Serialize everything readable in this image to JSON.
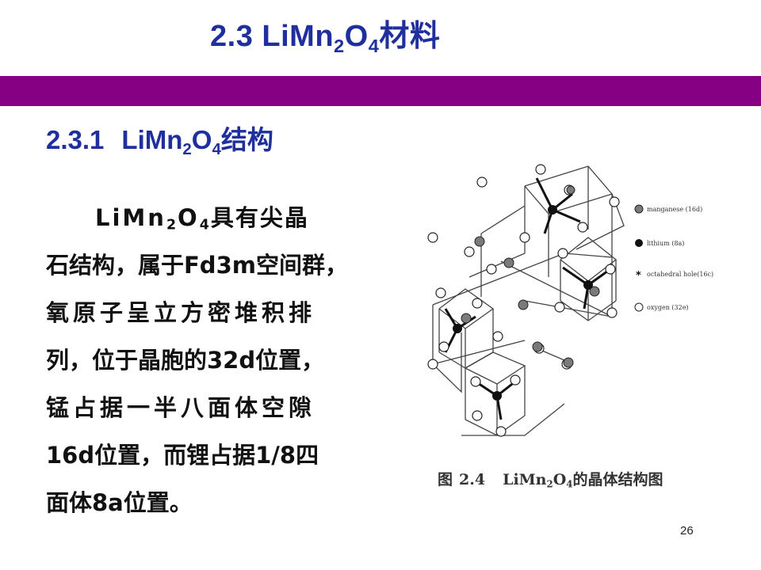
{
  "title": {
    "number": "2.3",
    "formula_base_1": "LiMn",
    "formula_sub_1": "2",
    "formula_base_2": "O",
    "formula_sub_2": "4",
    "suffix": "材料"
  },
  "section": {
    "number": "2.3.1",
    "formula_base_1": "LiMn",
    "formula_sub_1": "2",
    "formula_base_2": "O",
    "formula_sub_2": "4",
    "suffix": "结构"
  },
  "body": {
    "line1_base_1": "LiMn",
    "line1_sub_1": "2",
    "line1_base_2": "O",
    "line1_sub_2": "4",
    "line1_suffix": "具有尖晶",
    "line2": "石结构，属于Fd3m空间群，",
    "line3": "氧原子呈立方密堆积排",
    "line4": "列，位于晶胞的32d位置，",
    "line5": "锰占据一半八面体空隙",
    "line6": "16d位置，而锂占据1/8四",
    "line7": "面体8a位置。"
  },
  "figure": {
    "legend": [
      {
        "label": "manganese (16d)",
        "icon": "gray-filled-circle"
      },
      {
        "label": "lithium (8a)",
        "icon": "black-filled-circle"
      },
      {
        "label": "octahedral hole(16c)",
        "icon": "star"
      },
      {
        "label": "oxygen (32e)",
        "icon": "open-circle"
      }
    ],
    "caption_prefix": "图",
    "caption_number": "2.4",
    "caption_base_1": "LiMn",
    "caption_sub_1": "2",
    "caption_base_2": "O",
    "caption_sub_2": "4",
    "caption_suffix": "的晶体结构图"
  },
  "page_number": "26",
  "colors": {
    "title": "#1f2f9e",
    "band": "#850083",
    "body_text": "#111111",
    "manganese": "#7a7a7a",
    "lithium": "#111111",
    "oxygen": "#ffffff"
  }
}
